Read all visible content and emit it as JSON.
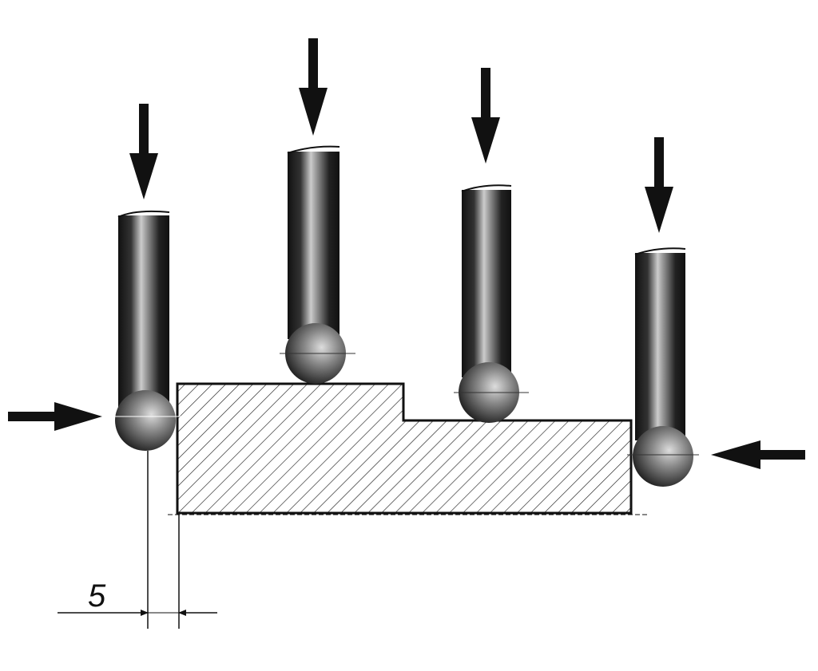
{
  "dimension": {
    "value_label": "5"
  },
  "probes": [
    {
      "name": "probe-left",
      "approach": "horizontal-from-left"
    },
    {
      "name": "probe-upper-step",
      "approach": "vertical-down"
    },
    {
      "name": "probe-lower-step",
      "approach": "vertical-down"
    },
    {
      "name": "probe-right",
      "approach": "horizontal-from-right"
    }
  ],
  "colors": {
    "ink": "#111111",
    "background": "#ffffff"
  }
}
